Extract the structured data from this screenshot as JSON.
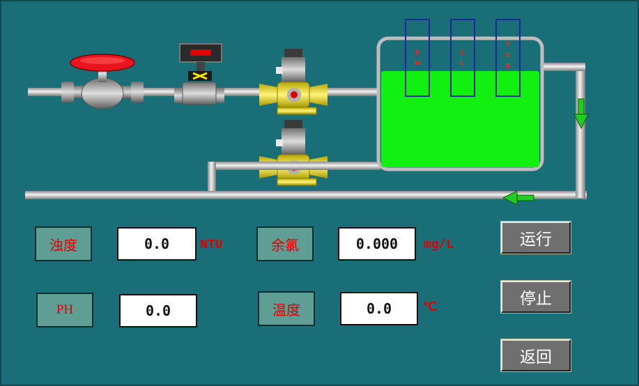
{
  "process": {
    "probes": [
      {
        "letters": [
          "P",
          "H"
        ]
      },
      {
        "letters": [
          "C",
          "L"
        ]
      },
      {
        "letters": [
          "T",
          "U",
          "R"
        ]
      }
    ],
    "tank_fill_color": "#12f012",
    "flow_arrow_color": "#22cc22"
  },
  "readings": {
    "turbidity": {
      "label": "浊度",
      "value": "0.0",
      "unit": "NTU"
    },
    "chlorine": {
      "label": "余氯",
      "value": "0.000",
      "unit": "mg/L"
    },
    "ph": {
      "label": "PH",
      "value": "0.0",
      "unit": ""
    },
    "temperature": {
      "label": "温度",
      "value": "0.0",
      "unit": "℃"
    }
  },
  "buttons": {
    "run": "运行",
    "stop": "停止",
    "back": "返回"
  },
  "colors": {
    "background": "#1a6e78",
    "label_bg": "#5f9e94",
    "label_text": "#e00000",
    "button_bg": "#6f6f6f"
  }
}
